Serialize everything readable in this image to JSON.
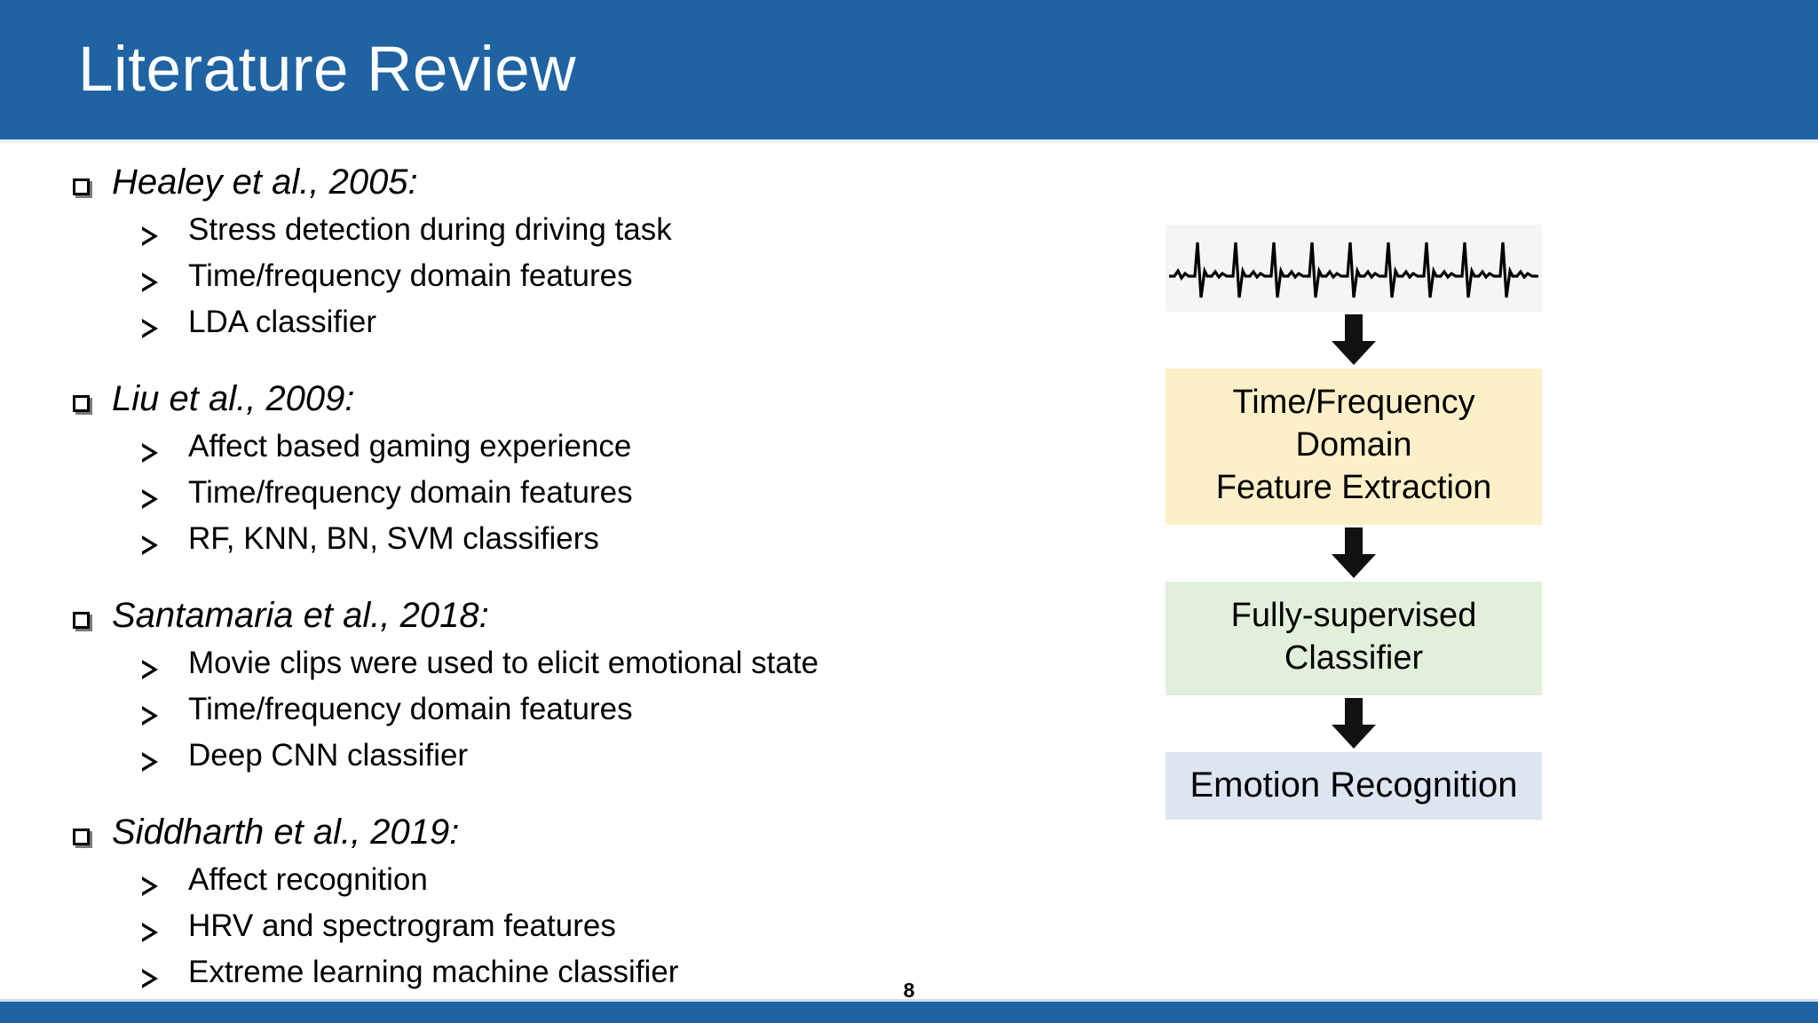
{
  "slide": {
    "title": "Literature Review",
    "number": "8",
    "header_color": "#1F63A3",
    "footer_color": "#1F63A3"
  },
  "literature": [
    {
      "citation": "Healey et al., 2005:",
      "points": [
        "Stress detection during driving task",
        "Time/frequency domain features",
        "LDA classifier"
      ]
    },
    {
      "citation": "Liu et al., 2009:",
      "points": [
        "Affect based gaming experience",
        "Time/frequency domain features",
        "RF, KNN, BN, SVM classifiers"
      ]
    },
    {
      "citation": "Santamaria et al., 2018:",
      "points": [
        "Movie clips were used to elicit emotional state",
        "Time/frequency domain features",
        "Deep CNN classifier"
      ]
    },
    {
      "citation": "Siddharth et al., 2019:",
      "points": [
        "Affect recognition",
        "HRV and spectrogram features",
        "Extreme learning machine classifier"
      ]
    }
  ],
  "flowchart": {
    "signal": {
      "label": "ecg-waveform",
      "background": "#F5F5F7",
      "stroke": "#000000",
      "beats": 6
    },
    "steps": [
      {
        "id": "feature-extraction",
        "lines": [
          "Time/Frequency",
          "Domain",
          "Feature Extraction"
        ],
        "color": "#FDF0C8"
      },
      {
        "id": "classifier",
        "lines": [
          "Fully-supervised",
          "Classifier"
        ],
        "color": "#E2EFDA"
      },
      {
        "id": "emotion-recognition",
        "lines": [
          "Emotion Recognition"
        ],
        "color": "#DCE5F1"
      }
    ],
    "arrow_color": "#111111",
    "arrow_icon": "down-arrow-icon"
  }
}
